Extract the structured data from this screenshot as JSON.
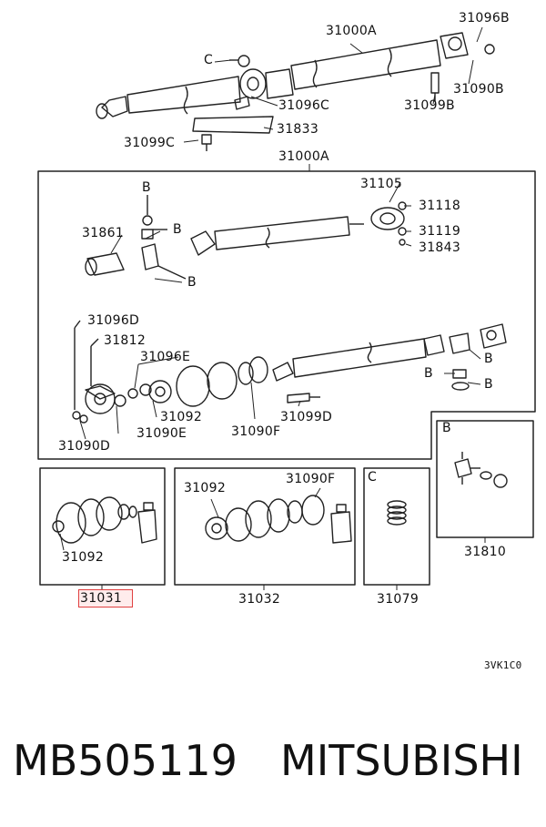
{
  "labels": {
    "p31000A_top": "31000A",
    "p31096B": "31096B",
    "pC_top": "C",
    "p31090B": "31090B",
    "p31096C": "31096C",
    "p31099B": "31099B",
    "p31833": "31833",
    "p31099C": "31099C",
    "p31000A_box": "31000A",
    "pB_1": "B",
    "pB_2": "B",
    "pB_3": "B",
    "p31861": "31861",
    "p31105": "31105",
    "p31118": "31118",
    "p31119": "31119",
    "p31843": "31843",
    "p31096D": "31096D",
    "p31812": "31812",
    "p31096E": "31096E",
    "p31092_a": "31092",
    "p31090F_a": "31090F",
    "p31099D": "31099D",
    "p31090D": "31090D",
    "p31090E": "31090E",
    "pB_4": "B",
    "pB_5": "B",
    "pB_6": "B",
    "pB_7": "B",
    "p31092_b": "31092",
    "p31092_c": "31092",
    "p31090F_b": "31090F",
    "pC_box": "C",
    "p31810": "31810",
    "p31031": "31031",
    "p31032": "31032",
    "p31079": "31079",
    "code": "3VK1C0"
  },
  "footer": {
    "part_number": "MB505119",
    "brand": "MITSUBISHI"
  }
}
